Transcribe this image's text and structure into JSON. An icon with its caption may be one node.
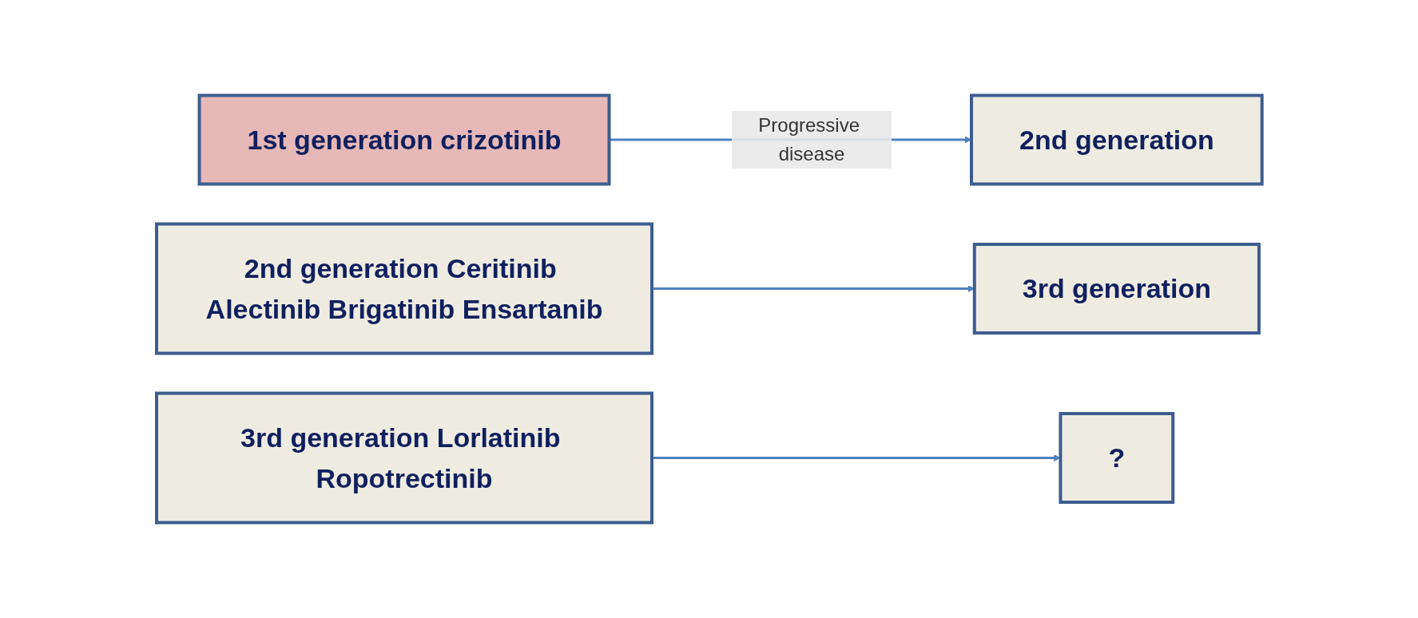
{
  "diagram": {
    "nodes": [
      {
        "text": [
          "1st generation crizotinib"
        ]
      },
      {
        "text": [
          "2nd generation"
        ]
      },
      {
        "text": [
          "2nd generation Ceritinib Alectinib Brigatinib Ensartanib"
        ]
      },
      {
        "text": [
          "3rd generation"
        ]
      },
      {
        "text": [
          "3rd generation Lorlatinib Ropotrectinib"
        ]
      },
      {
        "text": [
          "?"
        ]
      }
    ],
    "edges": [
      {
        "from": 0,
        "to": 1,
        "arrow": "to",
        "label": "Progressive disease"
      },
      {
        "from": 2,
        "to": 3,
        "arrow": "to"
      },
      {
        "from": 4,
        "to": 5,
        "arrow": "to"
      }
    ]
  }
}
